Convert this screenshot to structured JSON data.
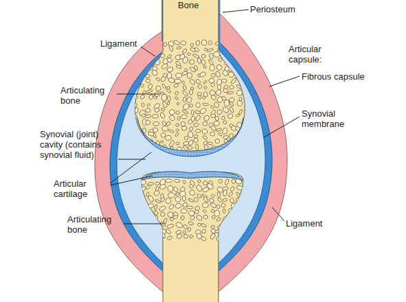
{
  "diagram": {
    "labels": [
      "Bone",
      "Periosteum",
      "Ligament",
      "Articular capsule:",
      "Fibrous capsule",
      "Synovial membrane",
      "Articulating bone",
      "Synovial (joint) cavity (contains synovial fluid)",
      "Articular cartilage",
      "Articulating bone",
      "Ligament"
    ]
  }
}
